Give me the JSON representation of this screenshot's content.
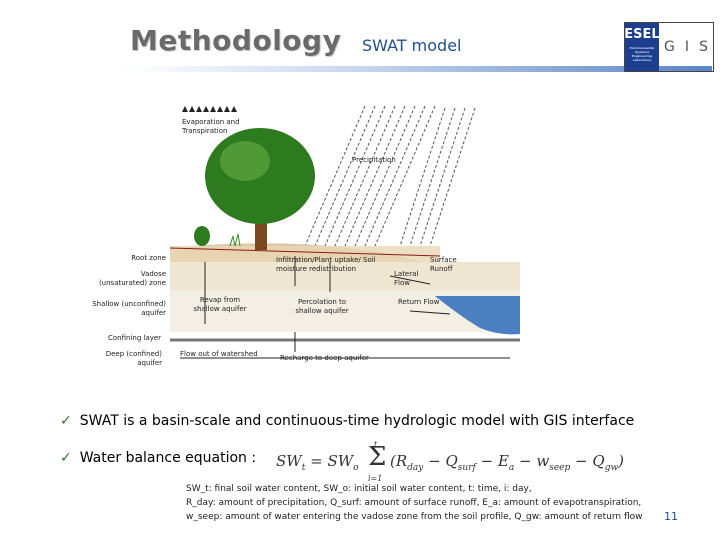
{
  "header": {
    "title": "Methodology",
    "subtitle": "SWAT model",
    "logo_left": "ESEL",
    "logo_left_tiny": "Environmental Systems Engineering Laboratory",
    "logo_right_letters": [
      "G",
      "I",
      "S"
    ]
  },
  "diagram": {
    "evap_label": "Evaporation and Transpiration",
    "precip_label": "Precipitation",
    "root_zone": "Root zone",
    "vadose_zone": "Vadose (unsaturated) zone",
    "shallow_aquifer": "Shallow (unconfined) aquifer",
    "confining_layer": "Confining layer",
    "deep_aquifer": "Deep (confined) aquifer",
    "infiltration": "Infiltration/Plant uptake/ Soil moisture redistribution",
    "lateral_flow": "Lateral Flow",
    "surface_runoff": "Surface Runoff",
    "revap": "Revap from shallow aquifer",
    "percolation": "Percolation to shallow aquifer",
    "return_flow": "Return Flow",
    "flow_out": "Flow out of watershed",
    "recharge": "Recharge to deep aquifer"
  },
  "bullets": [
    "SWAT is a basin-scale and continuous-time hydrologic model with GIS interface",
    "Water balance equation :"
  ],
  "equation": {
    "lhs": "SW",
    "lhs_sub": "t",
    "eq_text": "= SW",
    "sw0_sub": "o",
    "sum_upper": "t",
    "sum_lower": "i=1",
    "terms": "(R",
    "r_sub": "day",
    "q_text": " − Q",
    "q_sub": "surf",
    "e_text": " − E",
    "e_sub": "a",
    "w_text": " − w",
    "w_sub": "seep",
    "g_text": " − Q",
    "g_sub": "gw",
    "close": ")"
  },
  "definitions": [
    "SW_t: final soil water content, SW_o: initial soil water content, t: time, i: day,",
    "R_day: amount of precipitation, Q_surf: amount of surface runoff, E_a: amount of evapotranspiration,",
    "w_seep: amount of water entering the vadose zone from the soil profile, Q_gw: amount of return flow"
  ],
  "page_number": "11",
  "colors": {
    "title_gray": "#6a6a6a",
    "accent_blue": "#1f4f8f",
    "logo_blue": "#1b3f8e",
    "water_blue": "#4a7fc1",
    "tree_green": "#2e7a1e"
  }
}
